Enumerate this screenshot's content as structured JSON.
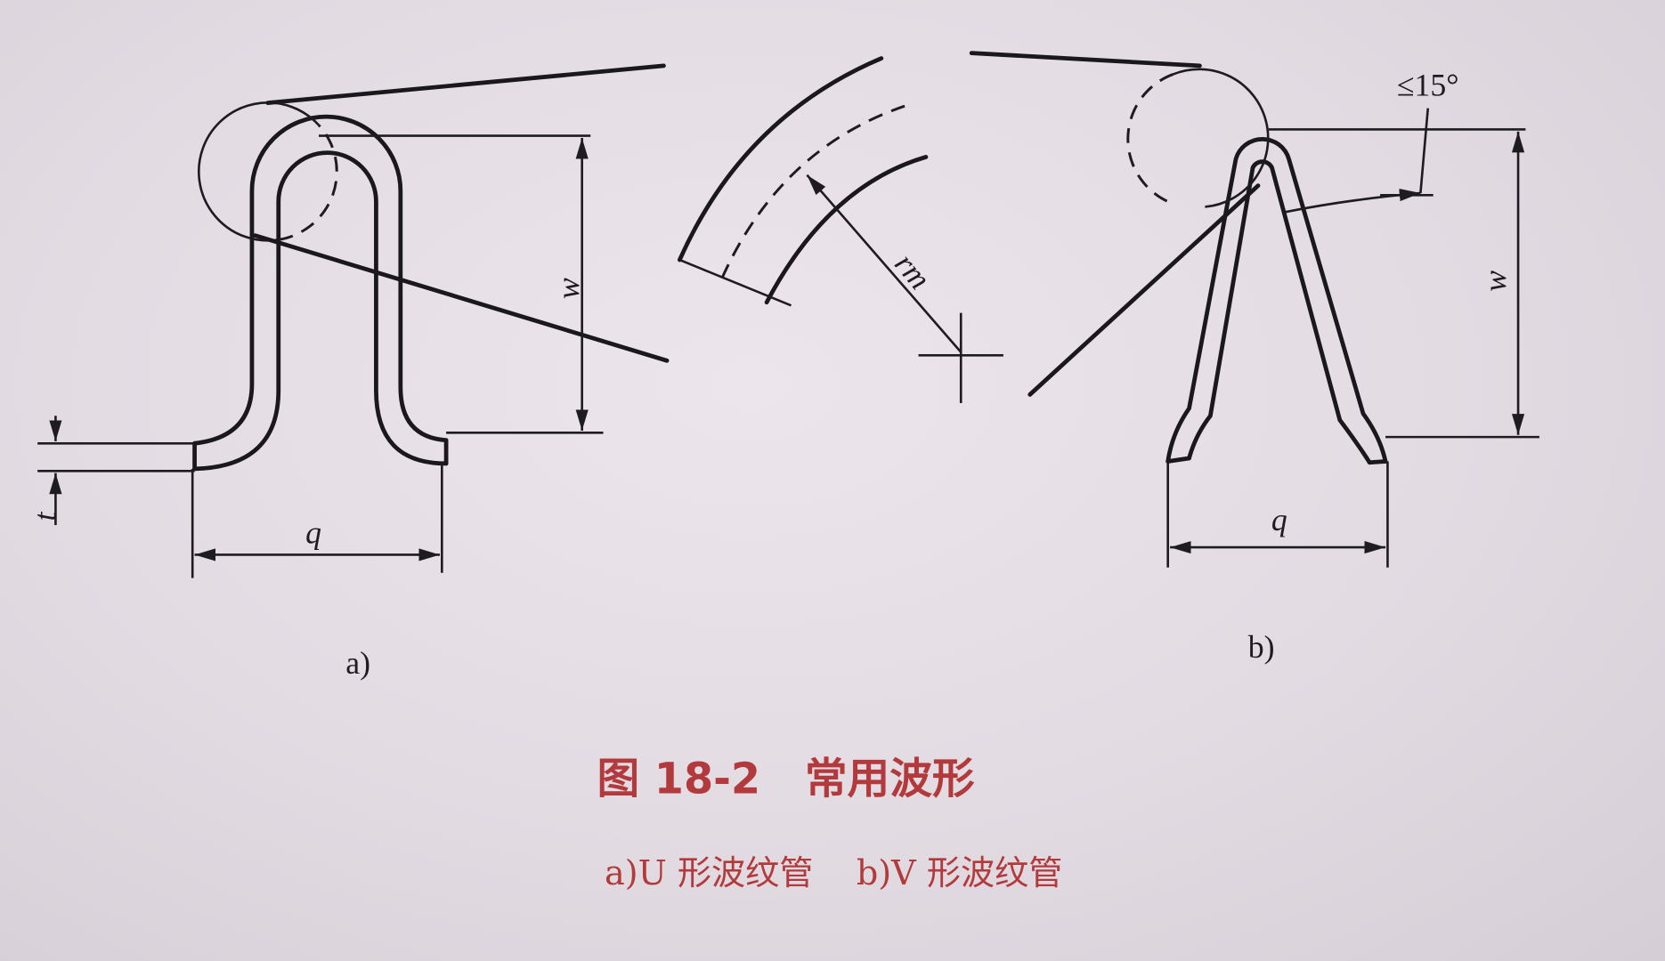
{
  "figure": {
    "title": "图 18-2   常用波形",
    "subcaption": "a)U 形波纹管    b)V 形波纹管",
    "panel_a_label": "a)",
    "panel_b_label": "b)"
  },
  "dimensions": {
    "a_height": "w",
    "a_pitch": "q",
    "a_thickness": "t",
    "mean_radius": "rm",
    "b_height": "w",
    "b_pitch": "q",
    "b_angle": "≤15°"
  },
  "colors": {
    "caption": "#b33a3c",
    "line": "#1e1c20"
  }
}
